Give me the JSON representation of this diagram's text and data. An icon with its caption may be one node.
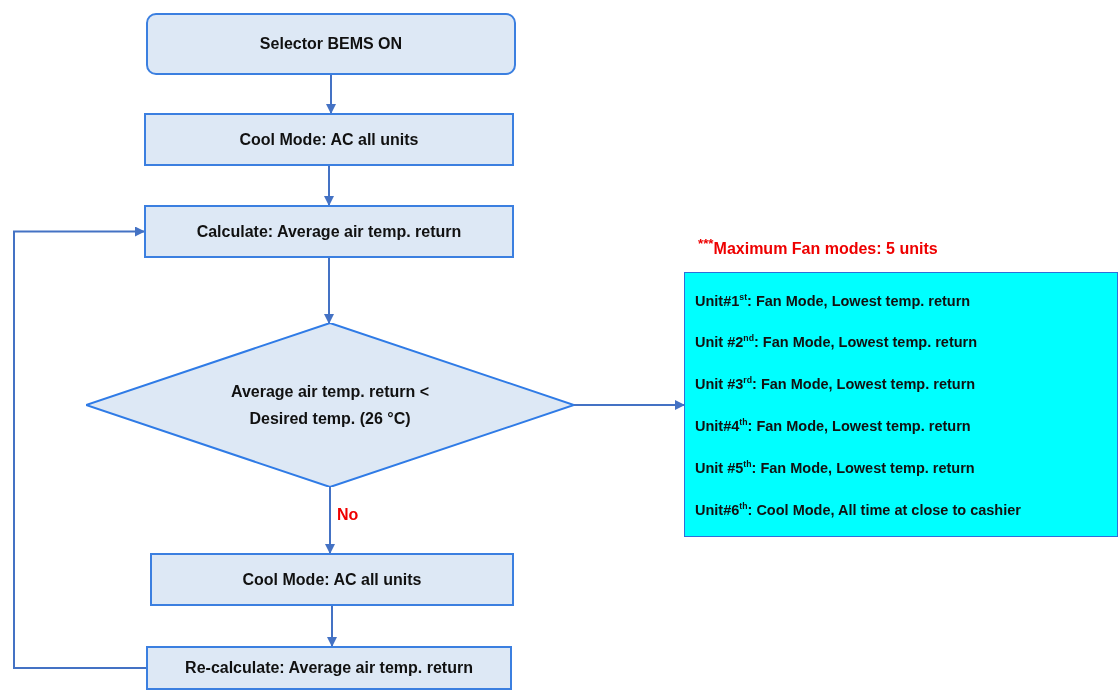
{
  "diagram": {
    "nodes": [
      {
        "text": [
          "Selector BEMS ON"
        ]
      },
      {
        "text": [
          "Cool Mode: AC all units"
        ]
      },
      {
        "text": [
          "Calculate: Average air temp. return"
        ]
      },
      {
        "text": [
          "Average air temp. return < Desired temp. (26 °C)"
        ]
      },
      {
        "text": [
          "Cool Mode: AC all units"
        ]
      },
      {
        "text": [
          "Re-calculate: Average air temp. return"
        ]
      },
      {
        "text": [
          "Unit#1$^{st}$: Fan Mode, Lowest temp. return",
          "Unit #2$^{nd}$: Fan Mode, Lowest temp. return",
          "Unit #3$^{rd}$: Fan Mode, Lowest temp. return",
          "Unit#4$^{th}$: Fan Mode, Lowest temp. return",
          "Unit #5$^{th}$: Fan Mode, Lowest temp. return",
          "Unit#6$^{th}$: Cool Mode, All time at close to cashier"
        ]
      }
    ],
    "edges": [
      {
        "from": 0,
        "to": 1,
        "arrow": "to"
      },
      {
        "from": 1,
        "to": 2,
        "arrow": "to"
      },
      {
        "from": 2,
        "to": 3,
        "arrow": "to"
      },
      {
        "from": 3,
        "to": 6,
        "arrow": "to"
      },
      {
        "from": 3,
        "to": 4,
        "arrow": "to",
        "label": "No"
      },
      {
        "from": 4,
        "to": 5,
        "arrow": "to"
      },
      {
        "from": 5,
        "to": 2,
        "arrow": "to"
      }
    ],
    "labels": [
      "$^{***}$Maximum Fan modes: 5 units"
    ]
  }
}
